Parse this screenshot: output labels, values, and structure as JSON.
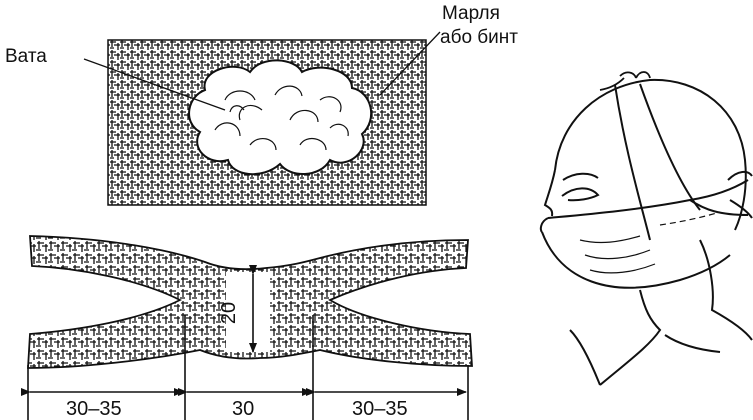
{
  "labels": {
    "cotton": "Вата",
    "gauze_line1": "Марля",
    "gauze_line2": "або бинт"
  },
  "dimensions": {
    "left": "30–35",
    "middle": "30",
    "right": "30–35",
    "height": "20"
  }
}
